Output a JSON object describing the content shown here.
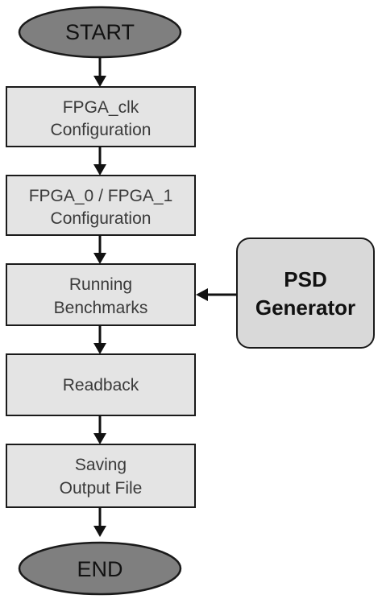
{
  "flowchart": {
    "start": "START",
    "end": "END",
    "steps": [
      {
        "lines": [
          "FPGA_clk",
          "Configuration"
        ]
      },
      {
        "lines": [
          "FPGA_0 / FPGA_1",
          "Configuration"
        ]
      },
      {
        "lines": [
          "Running",
          "Benchmarks"
        ]
      },
      {
        "lines": [
          "Readback"
        ]
      },
      {
        "lines": [
          "Saving",
          "Output File"
        ]
      }
    ],
    "external_input": {
      "lines": [
        "PSD",
        "Generator"
      ]
    }
  }
}
